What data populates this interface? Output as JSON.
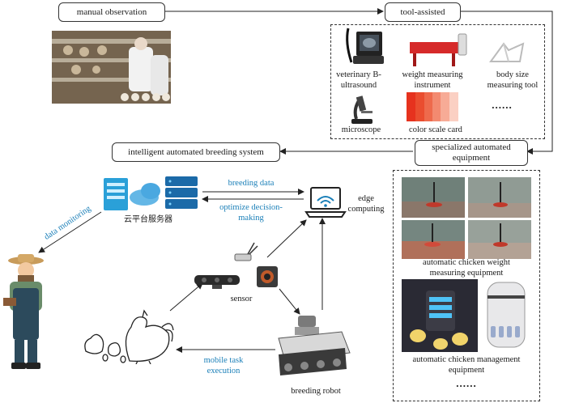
{
  "top": {
    "manual_observation": "manual observation",
    "tool_assisted": "tool-assisted"
  },
  "tools": {
    "b_ultrasound": "veterinary B-ultrasound",
    "weight_instrument": "weight measuring instrument",
    "body_size_tool": "body size measuring tool",
    "microscope": "microscope",
    "color_scale_card": "color scale card",
    "ellipsis": "......"
  },
  "middle": {
    "intelligent_system": "intelligent automated breeding system",
    "specialized_equipment": "specialized automated equipment"
  },
  "system": {
    "breeding_data": "breeding data",
    "optimize": "optimize decision-making",
    "cloud_server": "云平台服务器",
    "edge_computing": "edge computing",
    "data_monitoring": "data monitoring",
    "sensor": "sensor",
    "mobile_task": "mobile task execution",
    "breeding_robot": "breeding robot"
  },
  "equipment": {
    "weight_equipment": "automatic chicken weight measuring equipment",
    "management_equipment": "automatic chicken management equipment",
    "ellipsis": "......"
  }
}
